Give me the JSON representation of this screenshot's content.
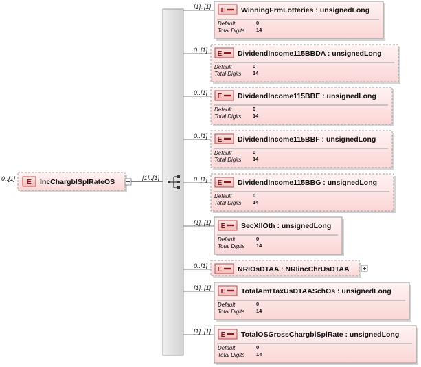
{
  "root": {
    "name": "IncChargblSplRateOS",
    "multiplicity": "0..[1]",
    "badge": "E"
  },
  "sequence": {
    "multiplicity": "[1]..[1]"
  },
  "property_labels": {
    "default": "Default",
    "total_digits": "Total Digits"
  },
  "children": [
    {
      "title": "WinningFrmLotteries : unsignedLong",
      "multiplicity": "[1]..[1]",
      "optional": false,
      "badge": "E",
      "default": "0",
      "total_digits": "14"
    },
    {
      "title": "DividendIncome115BBDA : unsignedLong",
      "multiplicity": "0..[1]",
      "optional": true,
      "badge": "E",
      "default": "0",
      "total_digits": "14"
    },
    {
      "title": "DividendIncome115BBE : unsignedLong",
      "multiplicity": "0..[1]",
      "optional": true,
      "badge": "E",
      "default": "0",
      "total_digits": "14"
    },
    {
      "title": "DividendIncome115BBF : unsignedLong",
      "multiplicity": "0..[1]",
      "optional": true,
      "badge": "E",
      "default": "0",
      "total_digits": "14"
    },
    {
      "title": "DividendIncome115BBG : unsignedLong",
      "multiplicity": "0..[1]",
      "optional": true,
      "badge": "E",
      "default": "0",
      "total_digits": "14"
    },
    {
      "title": "SecXIIOth : unsignedLong",
      "multiplicity": "[1]..[1]",
      "optional": false,
      "badge": "E",
      "default": "0",
      "total_digits": "14"
    },
    {
      "title": "NRIOsDTAA : NRIincChrUsDTAA",
      "multiplicity": "0..[1]",
      "optional": true,
      "badge": "E",
      "expandable": true
    },
    {
      "title": "TotalAmtTaxUsDTAASchOs : unsignedLong",
      "multiplicity": "[1]..[1]",
      "optional": false,
      "badge": "E",
      "default": "0",
      "total_digits": "14"
    },
    {
      "title": "TotalOSGrossChargblSplRate : unsignedLong",
      "multiplicity": "[1]..[1]",
      "optional": false,
      "badge": "E",
      "default": "0",
      "total_digits": "14"
    }
  ]
}
